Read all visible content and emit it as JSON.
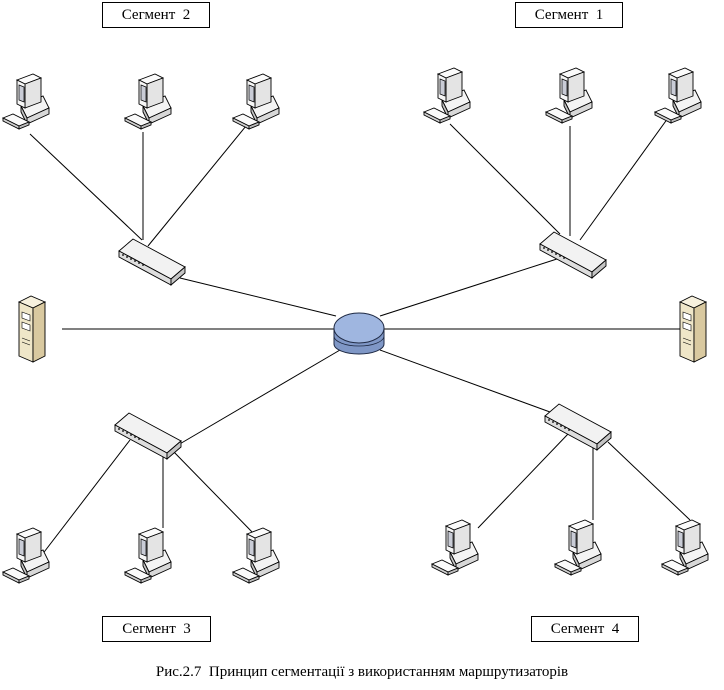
{
  "segments": [
    {
      "label": "Сегмент  1"
    },
    {
      "label": "Сегмент  2"
    },
    {
      "label": "Сегмент  3"
    },
    {
      "label": "Сегмент  4"
    }
  ],
  "caption": "Рис.2.7  Принцип сегментації з використанням маршрутизаторів",
  "colors": {
    "router_fill": "#9fb6e0",
    "router_stroke": "#1f2a44",
    "switch_fill": "#e9e9e9",
    "server_fill": "#efe6c8",
    "monitor_screen": "#c9ccd6",
    "line": "#000000"
  },
  "icons": {
    "router": "router-icon",
    "switch": "switch-icon",
    "server": "server-icon",
    "workstation": "workstation-icon"
  }
}
